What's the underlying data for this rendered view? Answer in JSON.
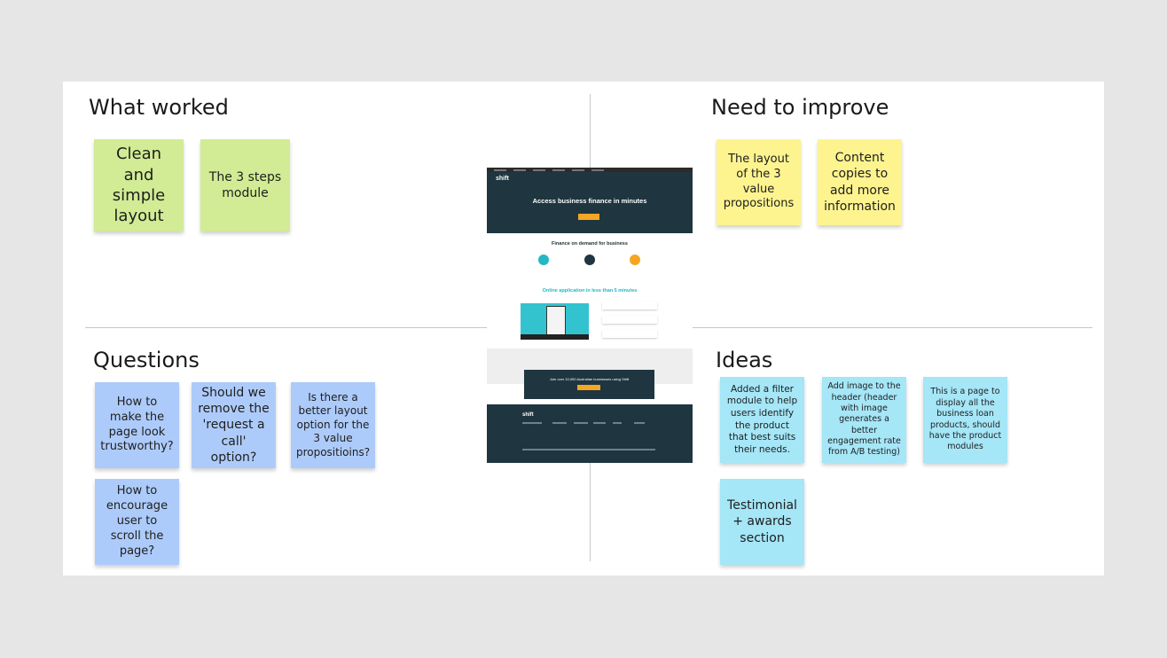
{
  "sections": {
    "what_worked": {
      "title": "What worked",
      "notes": [
        "Clean and simple layout",
        "The 3 steps module"
      ]
    },
    "need_to_improve": {
      "title": "Need to improve",
      "notes": [
        "The layout of the 3 value propositions",
        "Content copies to add more information"
      ]
    },
    "questions": {
      "title": "Questions",
      "notes": [
        "How to make the page look trustworthy?",
        "Should we remove the 'request a call' option?",
        "Is there a better layout option for the 3 value propositioins?",
        "How to encourage user to scroll the page?"
      ]
    },
    "ideas": {
      "title": "Ideas",
      "notes": [
        "Added a filter module to help users identify the product that best suits their needs.",
        "Add image to the header (header with image generates a better engagement rate from A/B testing)",
        "This is a page to display all the business loan products, should have the product modules",
        "Testimonial + awards section"
      ]
    }
  },
  "screenshot": {
    "logo": "shift",
    "hero_title": "Access business finance in minutes",
    "section_title": "Finance on demand for business",
    "steps_title": "Online application in less than 5 minutes",
    "cta_text": "Join over 10,000 Australian businesses using Shift",
    "footer_logo": "shift"
  },
  "colors": {
    "green_note": "#d1ec94",
    "yellow_note": "#fdf48f",
    "blue_note": "#adcbfa",
    "cyan_note": "#a5e6f7",
    "thumb_dark": "#1f3640",
    "thumb_accent": "#f5a623",
    "thumb_teal": "#22b8c4"
  }
}
